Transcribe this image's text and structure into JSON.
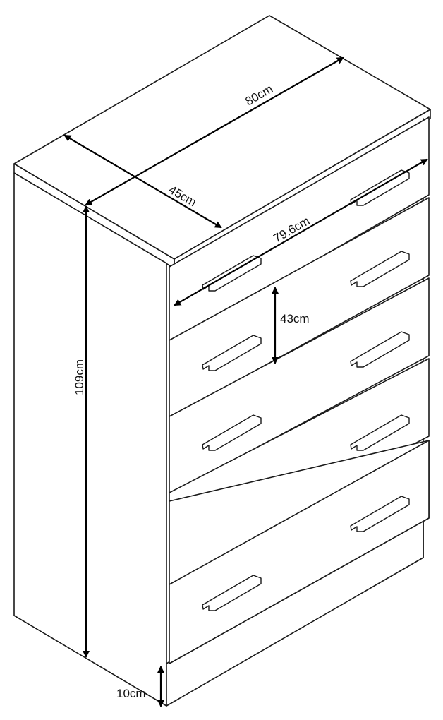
{
  "dimensions": {
    "width_top": "80cm",
    "depth": "45cm",
    "width_front": "79.6cm",
    "drawer_height": "43cm",
    "total_height": "109cm",
    "plinth_height": "10cm"
  }
}
